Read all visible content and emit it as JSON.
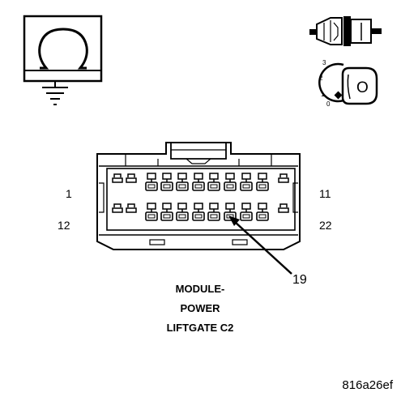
{
  "connector": {
    "title_lines": [
      "MODULE-",
      "POWER",
      "LIFTGATE C2"
    ],
    "pin_labels": {
      "top_left": "1",
      "top_right": "11",
      "bottom_left": "12",
      "bottom_right": "22"
    },
    "callout": "19"
  },
  "ignition": {
    "positions": [
      "3",
      "2",
      "1",
      "0"
    ],
    "key_letter": "O"
  },
  "reference_code": "816a26ef",
  "icons": {
    "ohmmeter": "ohmmeter-ground-icon",
    "probe": "back-probe-icon",
    "ignition": "ignition-key-off-icon"
  }
}
